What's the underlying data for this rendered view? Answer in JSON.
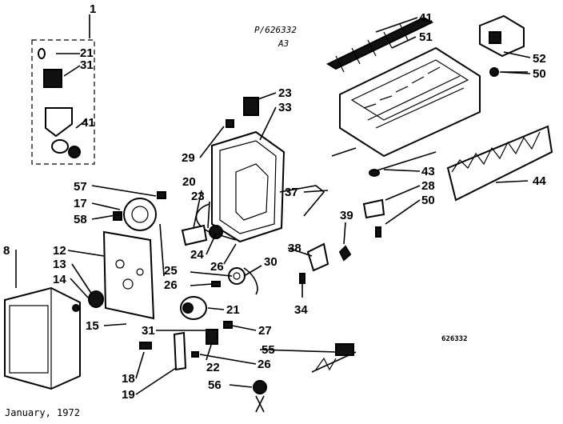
{
  "header": {
    "part_code": "P/626332",
    "revision": "A3"
  },
  "footer": {
    "date": "January, 1972",
    "drawing_number": "626332"
  },
  "labels": {
    "l1": "1",
    "l21a": "21",
    "l31a": "31",
    "l41a": "41",
    "l41": "41",
    "l51": "51",
    "l52": "52",
    "l50a": "50",
    "l23a": "23",
    "l33": "33",
    "l29": "29",
    "l44": "44",
    "l43": "43",
    "l28": "28",
    "l50b": "50",
    "l57": "57",
    "l17": "17",
    "l58": "58",
    "l20": "20",
    "l23b": "23",
    "l37": "37",
    "l39": "39",
    "l8": "8",
    "l12": "12",
    "l13": "13",
    "l14": "14",
    "l24": "24",
    "l38": "38",
    "l25": "25",
    "l26a": "26",
    "l30": "30",
    "l26b": "26",
    "l21b": "21",
    "l34": "34",
    "l15": "15",
    "l31b": "31",
    "l27": "27",
    "l55": "55",
    "l22": "22",
    "l26c": "26",
    "l18": "18",
    "l19": "19",
    "l56": "56"
  }
}
